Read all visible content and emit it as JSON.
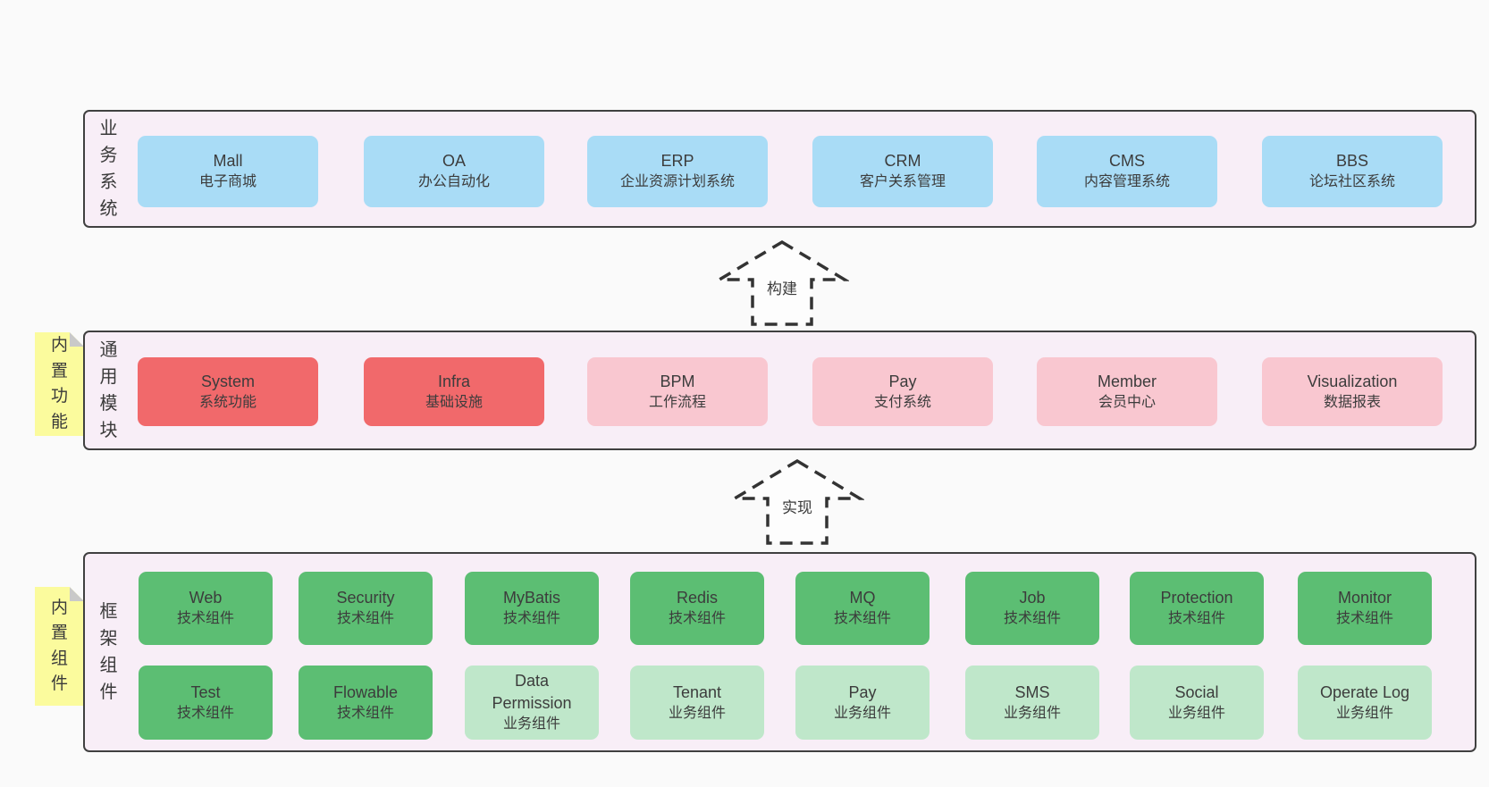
{
  "diagram": {
    "layers": {
      "business": {
        "side_label": "业务系统",
        "boxes": [
          {
            "title": "Mall",
            "subtitle": "电子商城"
          },
          {
            "title": "OA",
            "subtitle": "办公自动化"
          },
          {
            "title": "ERP",
            "subtitle": "企业资源计划系统"
          },
          {
            "title": "CRM",
            "subtitle": "客户关系管理"
          },
          {
            "title": "CMS",
            "subtitle": "内容管理系统"
          },
          {
            "title": "BBS",
            "subtitle": "论坛社区系统"
          }
        ]
      },
      "modules": {
        "side_label": "通用模块",
        "sticky_label": "内置功能",
        "boxes": [
          {
            "title": "System",
            "subtitle": "系统功能"
          },
          {
            "title": "Infra",
            "subtitle": "基础设施"
          },
          {
            "title": "BPM",
            "subtitle": "工作流程"
          },
          {
            "title": "Pay",
            "subtitle": "支付系统"
          },
          {
            "title": "Member",
            "subtitle": "会员中心"
          },
          {
            "title": "Visualization",
            "subtitle": "数据报表"
          }
        ]
      },
      "components": {
        "side_label": "框架组件",
        "sticky_label": "内置组件",
        "row1": [
          {
            "title": "Web",
            "subtitle": "技术组件"
          },
          {
            "title": "Security",
            "subtitle": "技术组件"
          },
          {
            "title": "MyBatis",
            "subtitle": "技术组件"
          },
          {
            "title": "Redis",
            "subtitle": "技术组件"
          },
          {
            "title": "MQ",
            "subtitle": "技术组件"
          },
          {
            "title": "Job",
            "subtitle": "技术组件"
          },
          {
            "title": "Protection",
            "subtitle": "技术组件"
          },
          {
            "title": "Monitor",
            "subtitle": "技术组件"
          }
        ],
        "row2": [
          {
            "title": "Test",
            "subtitle": "技术组件"
          },
          {
            "title": "Flowable",
            "subtitle": "技术组件"
          },
          {
            "title": "Data\nPermission",
            "subtitle": "业务组件"
          },
          {
            "title": "Tenant",
            "subtitle": "业务组件"
          },
          {
            "title": "Pay",
            "subtitle": "业务组件"
          },
          {
            "title": "SMS",
            "subtitle": "业务组件"
          },
          {
            "title": "Social",
            "subtitle": "业务组件"
          },
          {
            "title": "Operate Log",
            "subtitle": "业务组件"
          }
        ]
      }
    },
    "arrows": {
      "build": "构建",
      "implement": "实现"
    },
    "colors": {
      "page_background": "#fafafa",
      "panel_pink": "#f8eef7",
      "panel_border": "#404040",
      "box_blue": "#a9dcf6",
      "box_red": "#f1696b",
      "box_pink": "#f9c7d0",
      "box_green_dark": "#5cbe73",
      "box_green_light": "#bfe7ca",
      "sticky_yellow": "#fbfb9d",
      "sticky_fold_gray": "#c9c9c9"
    }
  }
}
